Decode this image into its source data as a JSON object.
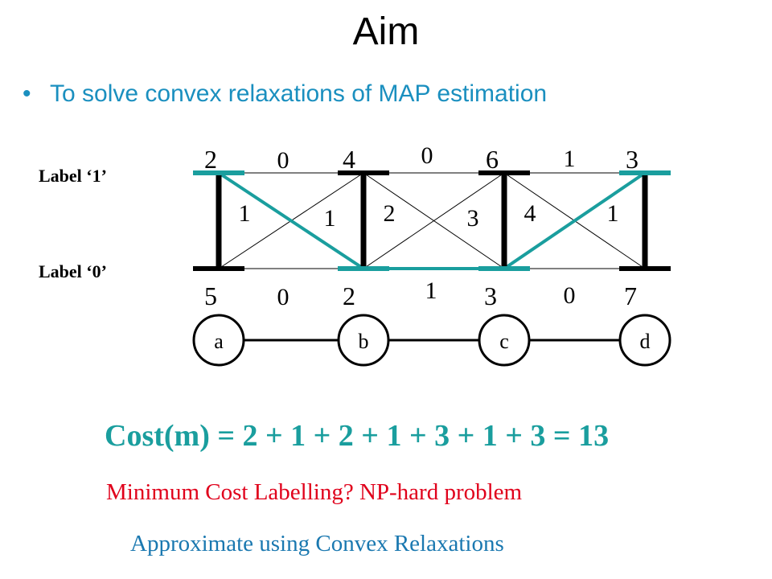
{
  "title": "Aim",
  "bullet": "To solve convex relaxations of MAP estimation",
  "labels": {
    "label1": "Label ‘1’",
    "label0": "Label ‘0’"
  },
  "variables": [
    "a",
    "b",
    "c",
    "d"
  ],
  "unary_top": [
    "2",
    "4",
    "6",
    "3"
  ],
  "unary_bottom": [
    "5",
    "2",
    "3",
    "7"
  ],
  "pairwise_top": [
    "0",
    "0",
    "1"
  ],
  "pairwise_bottom": [
    "0",
    "1",
    "0"
  ],
  "pairwise_diag": [
    "1",
    "1",
    "2",
    "3",
    "4",
    "1"
  ],
  "cost": "Cost(m) = 2 + 1 + 2 + 1 + 3 + 1 + 3 = 13",
  "line1": "Minimum Cost Labelling? NP-hard problem",
  "line2": "Approximate using Convex Relaxations",
  "colors": {
    "highlight": "#1a9e9e",
    "bullet": "#1a8fbf",
    "red": "#e0001b",
    "blue": "#1a78b0"
  }
}
